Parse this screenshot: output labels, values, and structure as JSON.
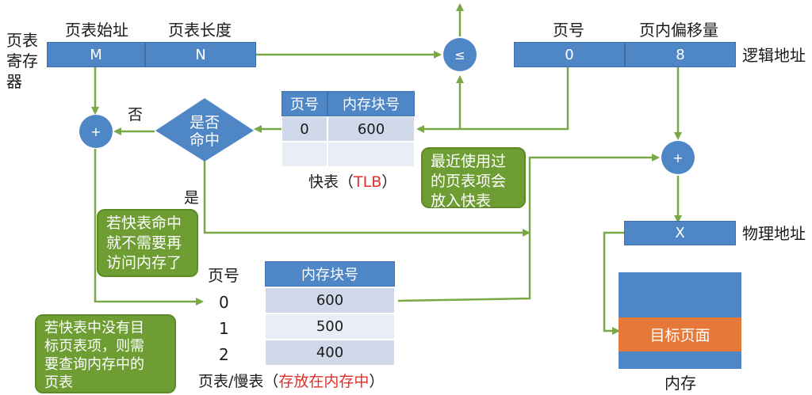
{
  "register": {
    "side_label_lines": [
      "页表",
      "寄存",
      "器"
    ],
    "page_table_start_label": "页表始址",
    "page_table_length_label": "页表长度",
    "start_value": "M",
    "length_value": "N"
  },
  "logical_address": {
    "page_number_label": "页号",
    "offset_label": "页内偏移量",
    "page_number_value": "0",
    "offset_value": "8",
    "caption": "逻辑地址"
  },
  "compare_symbol": "≤",
  "adder_symbol": "+",
  "decision": {
    "line1": "是否",
    "line2": "命中",
    "no_label": "否",
    "yes_label": "是"
  },
  "tlb": {
    "headers": [
      "页号",
      "内存块号"
    ],
    "rows": [
      [
        "0",
        "600"
      ],
      [
        "",
        ""
      ]
    ],
    "caption_prefix": "快表（",
    "caption_highlight": "TLB",
    "caption_suffix": "）"
  },
  "page_table": {
    "page_col_label": "页号",
    "block_col_label": "内存块号",
    "rows": [
      [
        "0",
        "600"
      ],
      [
        "1",
        "500"
      ],
      [
        "2",
        "400"
      ]
    ],
    "caption_prefix": "页表/慢表（",
    "caption_highlight": "存放在内存中",
    "caption_suffix": "）"
  },
  "physical_address": {
    "value": "X",
    "caption": "物理地址"
  },
  "memory": {
    "target_label": "目标页面",
    "caption": "内存"
  },
  "callouts": {
    "recent_entry": [
      "最近使用过",
      "的页表项会",
      "放入快表"
    ],
    "hit_no_memory": [
      "若快表命中",
      "就不需要再",
      "访问内存了"
    ],
    "miss_query": [
      "若快表中没有目",
      "标页表项，则需",
      "要查询内存中的",
      "页表"
    ]
  },
  "colors": {
    "blue": "#4f86c6",
    "green_arrow": "#79a844",
    "callout_green": "#6e9e33",
    "orange": "#e6793a",
    "red_text": "#e0302a"
  }
}
